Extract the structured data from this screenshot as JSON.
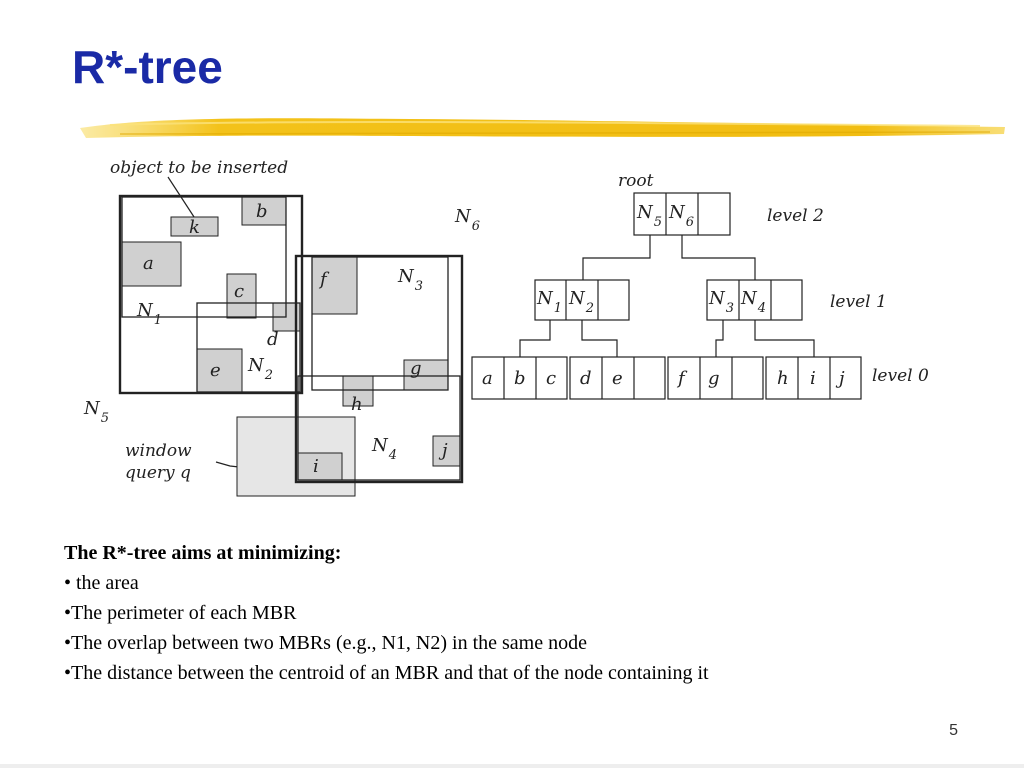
{
  "slide": {
    "title": "R*-tree",
    "page_number": "5"
  },
  "diagram": {
    "annotations": {
      "object_label": "object to be inserted",
      "window_line1": "window",
      "window_line2": "query q",
      "root_label": "root"
    },
    "mbr": {
      "N1": {
        "letter": "N",
        "index": "1"
      },
      "N2": {
        "letter": "N",
        "index": "2"
      },
      "N3": {
        "letter": "N",
        "index": "3"
      },
      "N4": {
        "letter": "N",
        "index": "4"
      },
      "N5": {
        "letter": "N",
        "index": "5"
      },
      "N6": {
        "letter": "N",
        "index": "6"
      }
    },
    "objects": {
      "a": "a",
      "b": "b",
      "c": "c",
      "d": "d",
      "e": "e",
      "f": "f",
      "g": "g",
      "h": "h",
      "i": "i",
      "j": "j",
      "k": "k"
    },
    "levels": {
      "level2": "level 2",
      "level1": "level 1",
      "level0": "level 0"
    }
  },
  "body": {
    "heading": "The R*-tree aims at minimizing:",
    "bullets": [
      "• the area",
      "•The perimeter of each MBR",
      "•The overlap between two MBRs (e.g., N1, N2) in the same node",
      "•The distance between the centroid of an MBR and that of the node containing it"
    ]
  }
}
